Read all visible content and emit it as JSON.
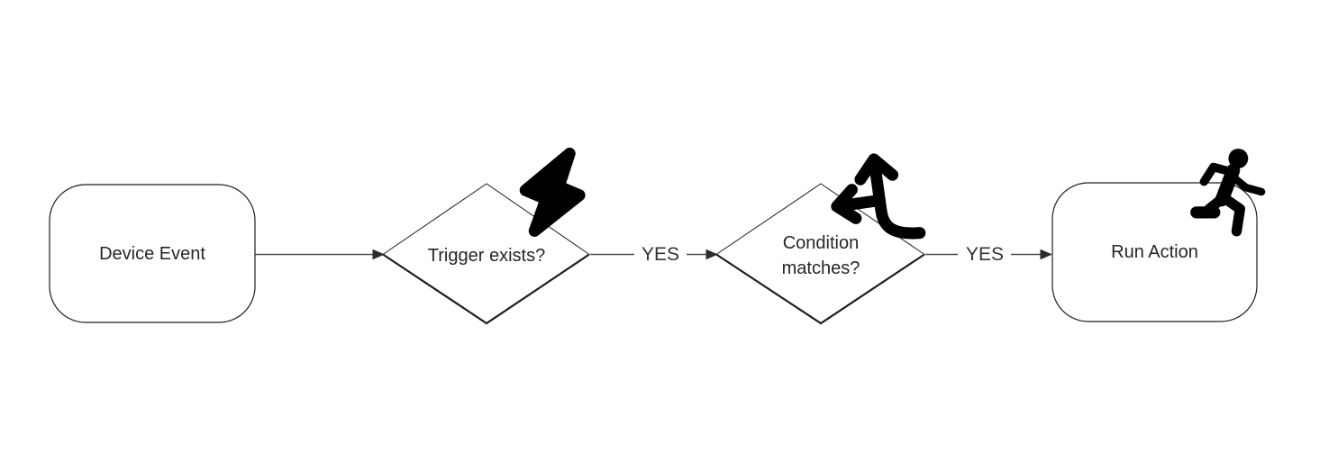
{
  "diagram": {
    "type": "flowchart",
    "background_color": "#ffffff",
    "colors": {
      "shape_stroke": "#1f1f1f",
      "connector_stroke": "#4a4a4a",
      "arrowhead_fill": "#2b2b2b",
      "text": "#262626",
      "icon": "#000000"
    },
    "nodes": [
      {
        "id": "device-event",
        "type": "rounded-rectangle",
        "label": "Device Event",
        "icon": null
      },
      {
        "id": "trigger-exists",
        "type": "decision-diamond",
        "label": "Trigger exists?",
        "icon": "lightning-bolt-icon"
      },
      {
        "id": "condition-matches",
        "type": "decision-diamond",
        "label": "Condition matches?",
        "icon": "directions-split-arrow-icon"
      },
      {
        "id": "run-action",
        "type": "rounded-rectangle",
        "label": "Run Action",
        "icon": "person-running-icon"
      }
    ],
    "edges": [
      {
        "from": "device-event",
        "to": "trigger-exists",
        "label": ""
      },
      {
        "from": "trigger-exists",
        "to": "condition-matches",
        "label": "YES"
      },
      {
        "from": "condition-matches",
        "to": "run-action",
        "label": "YES"
      }
    ]
  }
}
